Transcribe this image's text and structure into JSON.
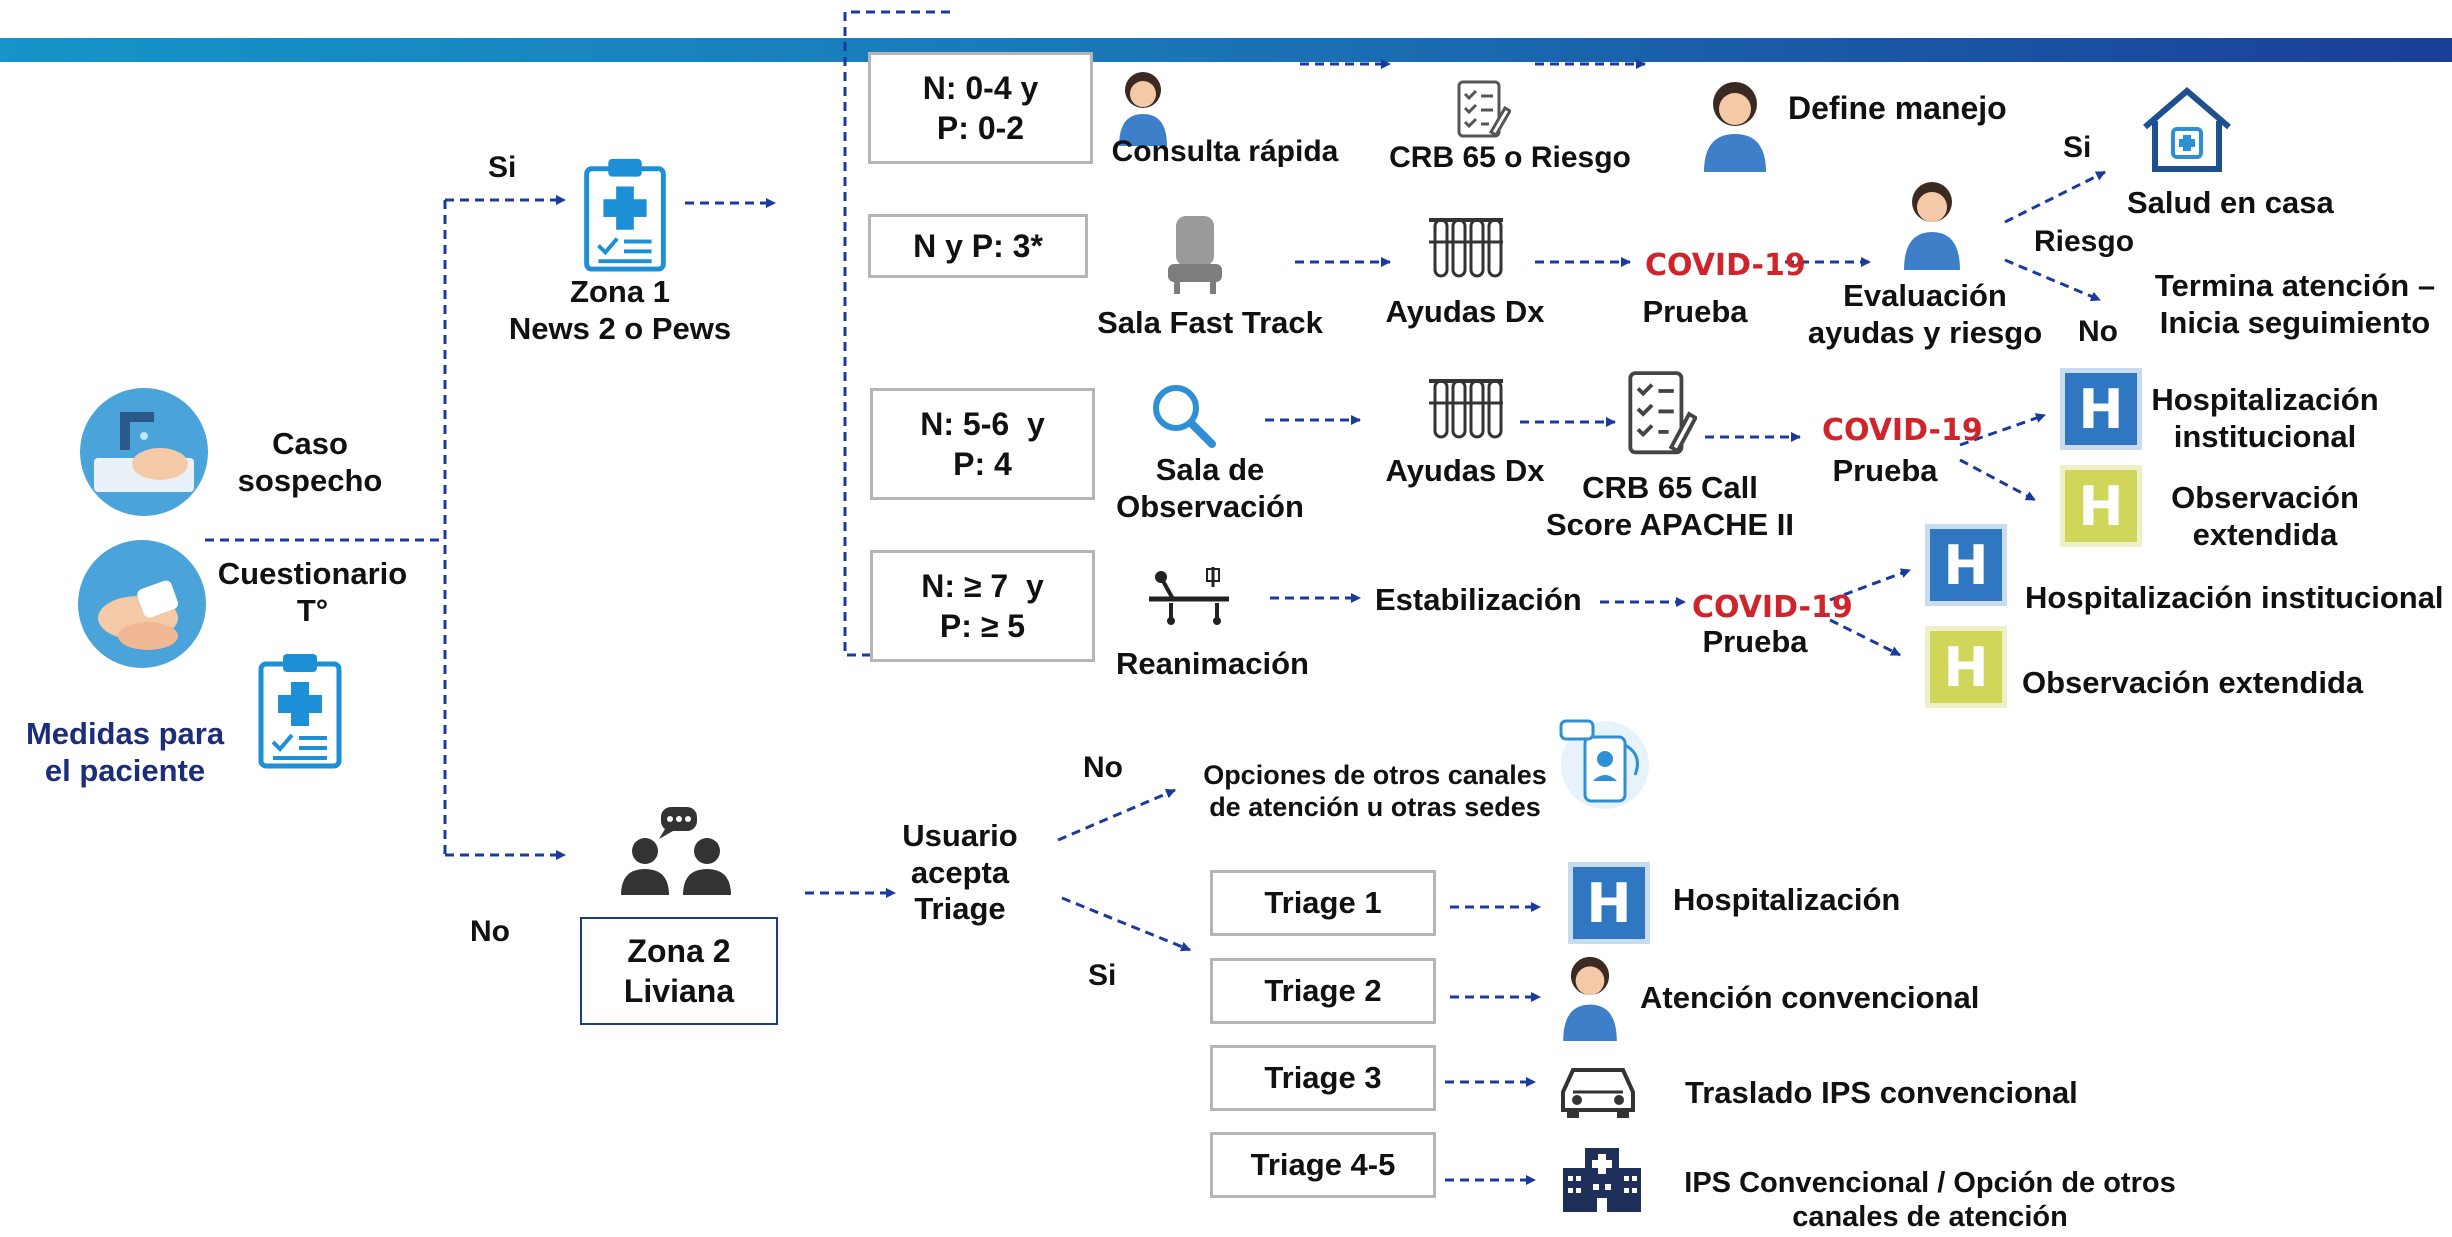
{
  "colors": {
    "arrow": "#1a3a9c",
    "navy_text": "#1b2e7a",
    "box_border": "#b5b5b5",
    "covid_red": "#d1232a",
    "h_blue": "#2f77c0",
    "h_green": "#cfd65a"
  },
  "start": {
    "caso": "Caso\nsospecho",
    "cuestionario": "Cuestionario\nT°",
    "medidas": "Medidas para\nel paciente",
    "icons": [
      "hand-washing-icon",
      "hand-sanitizer-icon",
      "clipboard-icon"
    ]
  },
  "branches": {
    "si": "Si",
    "no": "No"
  },
  "zona1": {
    "label": "Zona 1\nNews 2 o Pews"
  },
  "rows": {
    "r1": {
      "crit": "N: 0-4 y\nP: 0-2",
      "step1": "Consulta rápida",
      "step2": "CRB 65 o Riesgo",
      "step3": "Define manejo"
    },
    "r2": {
      "crit": "N y P: 3*",
      "step1": "Sala Fast Track",
      "step2": "Ayudas Dx",
      "prueba": "Prueba",
      "eval": "Evaluación\nayudas y riesgo",
      "riesgo": "Riesgo",
      "si": "Si",
      "no": "No",
      "casa": "Salud en casa",
      "termina": "Termina atención –\nInicia seguimiento"
    },
    "r3": {
      "crit": "N: 5-6  y\nP: 4",
      "step1": "Sala de\nObservación",
      "step2": "Ayudas Dx",
      "step3": "CRB 65 Call\nScore APACHE II",
      "prueba": "Prueba",
      "hosp": "Hospitalización\ninstitucional",
      "obs": "Observación\nextendida"
    },
    "r4": {
      "crit": "N: ≥ 7  y\nP: ≥ 5",
      "step1": "Reanimación",
      "step2": "Estabilización",
      "prueba": "Prueba",
      "hosp": "Hospitalización institucional",
      "obs": "Observación extendida"
    }
  },
  "covid_text": "COVID-19",
  "h_letter": "H",
  "zona2": {
    "label": "Zona 2\nLiviana",
    "acepta": "Usuario\nacepta\nTriage",
    "no": "No",
    "si": "Si",
    "opciones": "Opciones de otros canales\nde atención u otras sedes"
  },
  "triage": [
    {
      "label": "Triage 1",
      "result": "Hospitalización",
      "icon": "hospital-h-icon"
    },
    {
      "label": "Triage 2",
      "result": "Atención convencional",
      "icon": "nurse-icon"
    },
    {
      "label": "Triage 3",
      "result": "Traslado IPS convencional",
      "icon": "car-icon"
    },
    {
      "label": "Triage 4-5",
      "result": "IPS Convencional / Opción de otros\ncanales de atención",
      "icon": "hospital-building-icon"
    }
  ]
}
